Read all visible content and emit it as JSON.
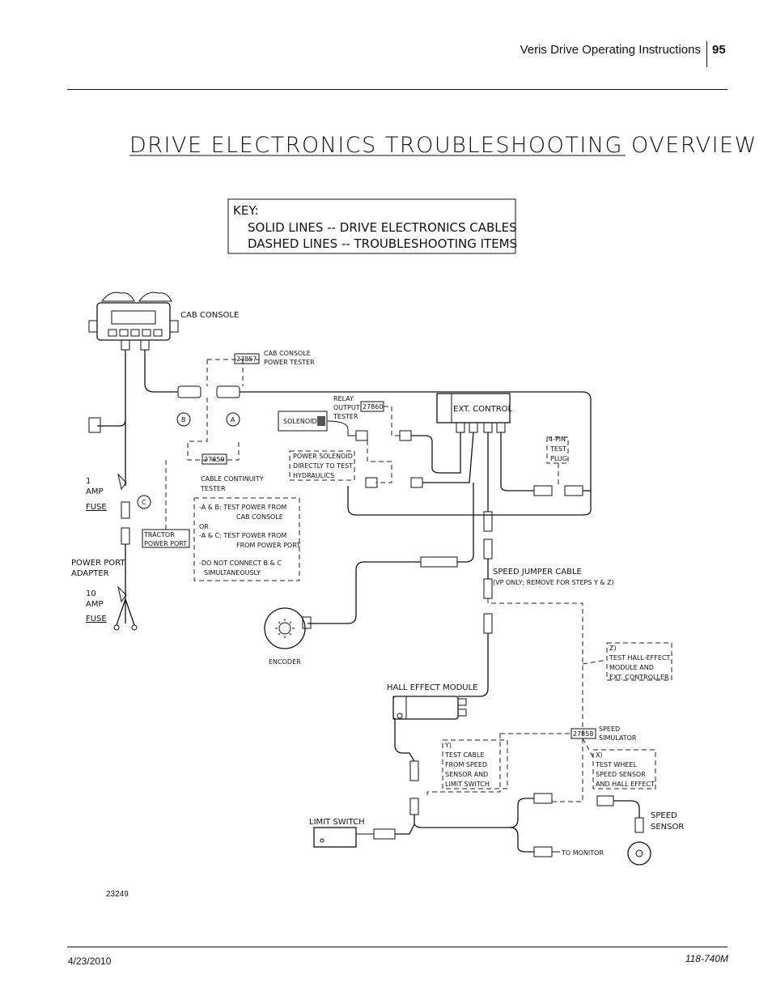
{
  "header": {
    "title": "Veris Drive Operating Instructions",
    "page_number": "95"
  },
  "diagram": {
    "title": "DRIVE ELECTRONICS TROUBLESHOOTING OVERVIEW",
    "key": {
      "heading": "KEY:",
      "line1": "SOLID LINES -- DRIVE ELECTRONICS CABLES",
      "line2": "DASHED LINES -- TROUBLESHOOTING ITEMS"
    },
    "labels": {
      "cab_console": "CAB CONSOLE",
      "p27857": "27857",
      "cab_console_tester_1": "CAB CONSOLE",
      "cab_console_tester_2": "POWER TESTER",
      "relay_1": "RELAY",
      "relay_2": "OUTPUT",
      "relay_3": "TESTER",
      "p27860": "27860",
      "ext_control": "EXT. CONTROL",
      "solenoid": "SOLENOID",
      "circle_b": "B",
      "circle_a": "A",
      "circle_c": "C",
      "p27859": "27859",
      "power_solenoid_1": "POWER SOLENOID",
      "power_solenoid_2": "DIRECTLY TO TEST",
      "power_solenoid_3": "HYDRAULICS",
      "four_pin_1": "4-PIN",
      "four_pin_2": "TEST",
      "four_pin_3": "PLUG",
      "fuse1_1": "1",
      "fuse1_2": "AMP",
      "fuse1_3": "FUSE",
      "cable_tester_1": "CABLE CONTINUITY",
      "cable_tester_2": "TESTER",
      "note_1": "-A & B; TEST POWER FROM",
      "note_2": "CAB CONSOLE",
      "note_3": "OR",
      "note_4": "-A & C; TEST POWER FROM",
      "note_5": "FROM POWER PORT",
      "note_6": "-DO NOT CONNECT B & C",
      "note_7": "SIMULTANEOUSLY",
      "tractor_1": "TRACTOR",
      "tractor_2": "POWER PORT",
      "ppa_1": "POWER PORT",
      "ppa_2": "ADAPTER",
      "fuse10_1": "10",
      "fuse10_2": "AMP",
      "fuse10_3": "FUSE",
      "speed_jumper": "SPEED JUMPER CABLE",
      "speed_jumper_note": "(VP ONLY; REMOVE FOR STEPS Y & Z)",
      "encoder": "ENCODER",
      "z_1": "Z)",
      "z_2": "TEST HALL-EFFECT",
      "z_3": "MODULE AND",
      "z_4": "EXT. CONTROLLER",
      "hall_effect": "HALL EFFECT MODULE",
      "p27858": "27858",
      "speed_sim_1": "SPEED",
      "speed_sim_2": "SIMULATOR",
      "y_1": "Y)",
      "y_2": "TEST CABLE",
      "y_3": "FROM SPEED",
      "y_4": "SENSOR AND",
      "y_5": "LIMIT SWITCH",
      "x_1": "X)",
      "x_2": "TEST WHEEL",
      "x_3": "SPEED SENSOR",
      "x_4": "AND HALL EFFECT",
      "speed_sensor_1": "SPEED",
      "speed_sensor_2": "SENSOR",
      "limit_switch": "LIMIT SWITCH",
      "to_monitor": "TO MONITOR",
      "figure_number": "23249"
    }
  },
  "footer": {
    "date": "4/23/2010",
    "doc_number": "118-740M"
  }
}
